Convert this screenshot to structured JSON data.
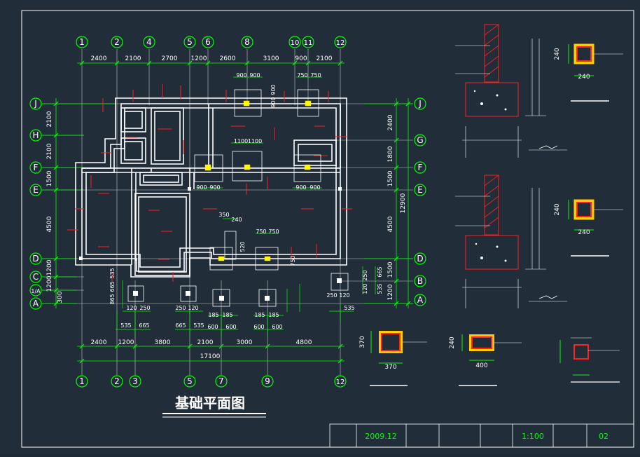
{
  "drawing": {
    "title": "基础平面图",
    "title_block": {
      "date": "2009.12",
      "scale": "1:100",
      "sheet_no": "02"
    }
  },
  "axes": {
    "top": [
      "1",
      "2",
      "4",
      "5",
      "6",
      "8",
      "10",
      "11",
      "12"
    ],
    "bottom": [
      "1",
      "2",
      "3",
      "5",
      "7",
      "9",
      "12"
    ],
    "left": [
      "J",
      "H",
      "F",
      "E",
      "D",
      "C",
      "1/A",
      "A"
    ],
    "right": [
      "J",
      "G",
      "F",
      "E",
      "D",
      "B",
      "A"
    ]
  },
  "dims": {
    "top": [
      "2400",
      "2100",
      "2700",
      "1200",
      "2600",
      "3100",
      "900",
      "2100"
    ],
    "bottom_row": [
      "2400",
      "1200",
      "3800",
      "2100",
      "3000",
      "4800"
    ],
    "bottom_total": "17100",
    "left": [
      "2100",
      "2100",
      "1500",
      "4500",
      "1200",
      "1200",
      "300"
    ],
    "right": [
      "2400",
      "1800",
      "1500",
      "4500",
      "1500",
      "1200"
    ],
    "right_total": "12900",
    "pad_top": [
      "900",
      "900",
      "750",
      "750"
    ],
    "pad_mid": [
      "1100",
      "1100",
      "900",
      "900",
      "900",
      "900",
      "900",
      "900"
    ],
    "pad_small": [
      "350",
      "240",
      "750",
      "750",
      "520",
      "750"
    ],
    "footing": [
      "120",
      "250",
      "250",
      "120",
      "185",
      "185",
      "185",
      "185",
      "600",
      "600",
      "600",
      "600",
      "665",
      "535",
      "665",
      "535",
      "535",
      "665",
      "120",
      "250",
      "250",
      "120",
      "535",
      "665",
      "865",
      "535"
    ]
  },
  "details": {
    "col_sizes": [
      "240",
      "240",
      "240",
      "240",
      "370",
      "370",
      "240",
      "400"
    ]
  }
}
